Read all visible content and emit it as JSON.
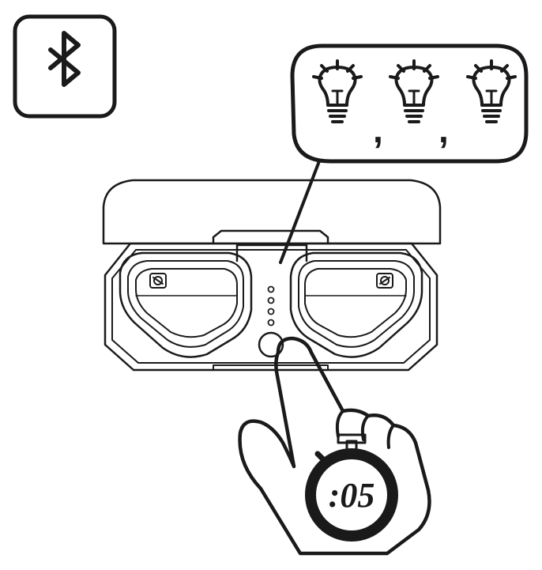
{
  "diagram": {
    "bluetooth_icon": "bluetooth-icon",
    "indicator": {
      "blink_icon": "lightbulb-blink-icon",
      "blink_count": 3,
      "separator": ","
    },
    "case": {
      "led_count": 4,
      "earbud_icon": "brand-logo-icon"
    },
    "timer": {
      "label": ":05"
    },
    "colors": {
      "ink": "#1a1a1a",
      "background": "#ffffff"
    }
  }
}
